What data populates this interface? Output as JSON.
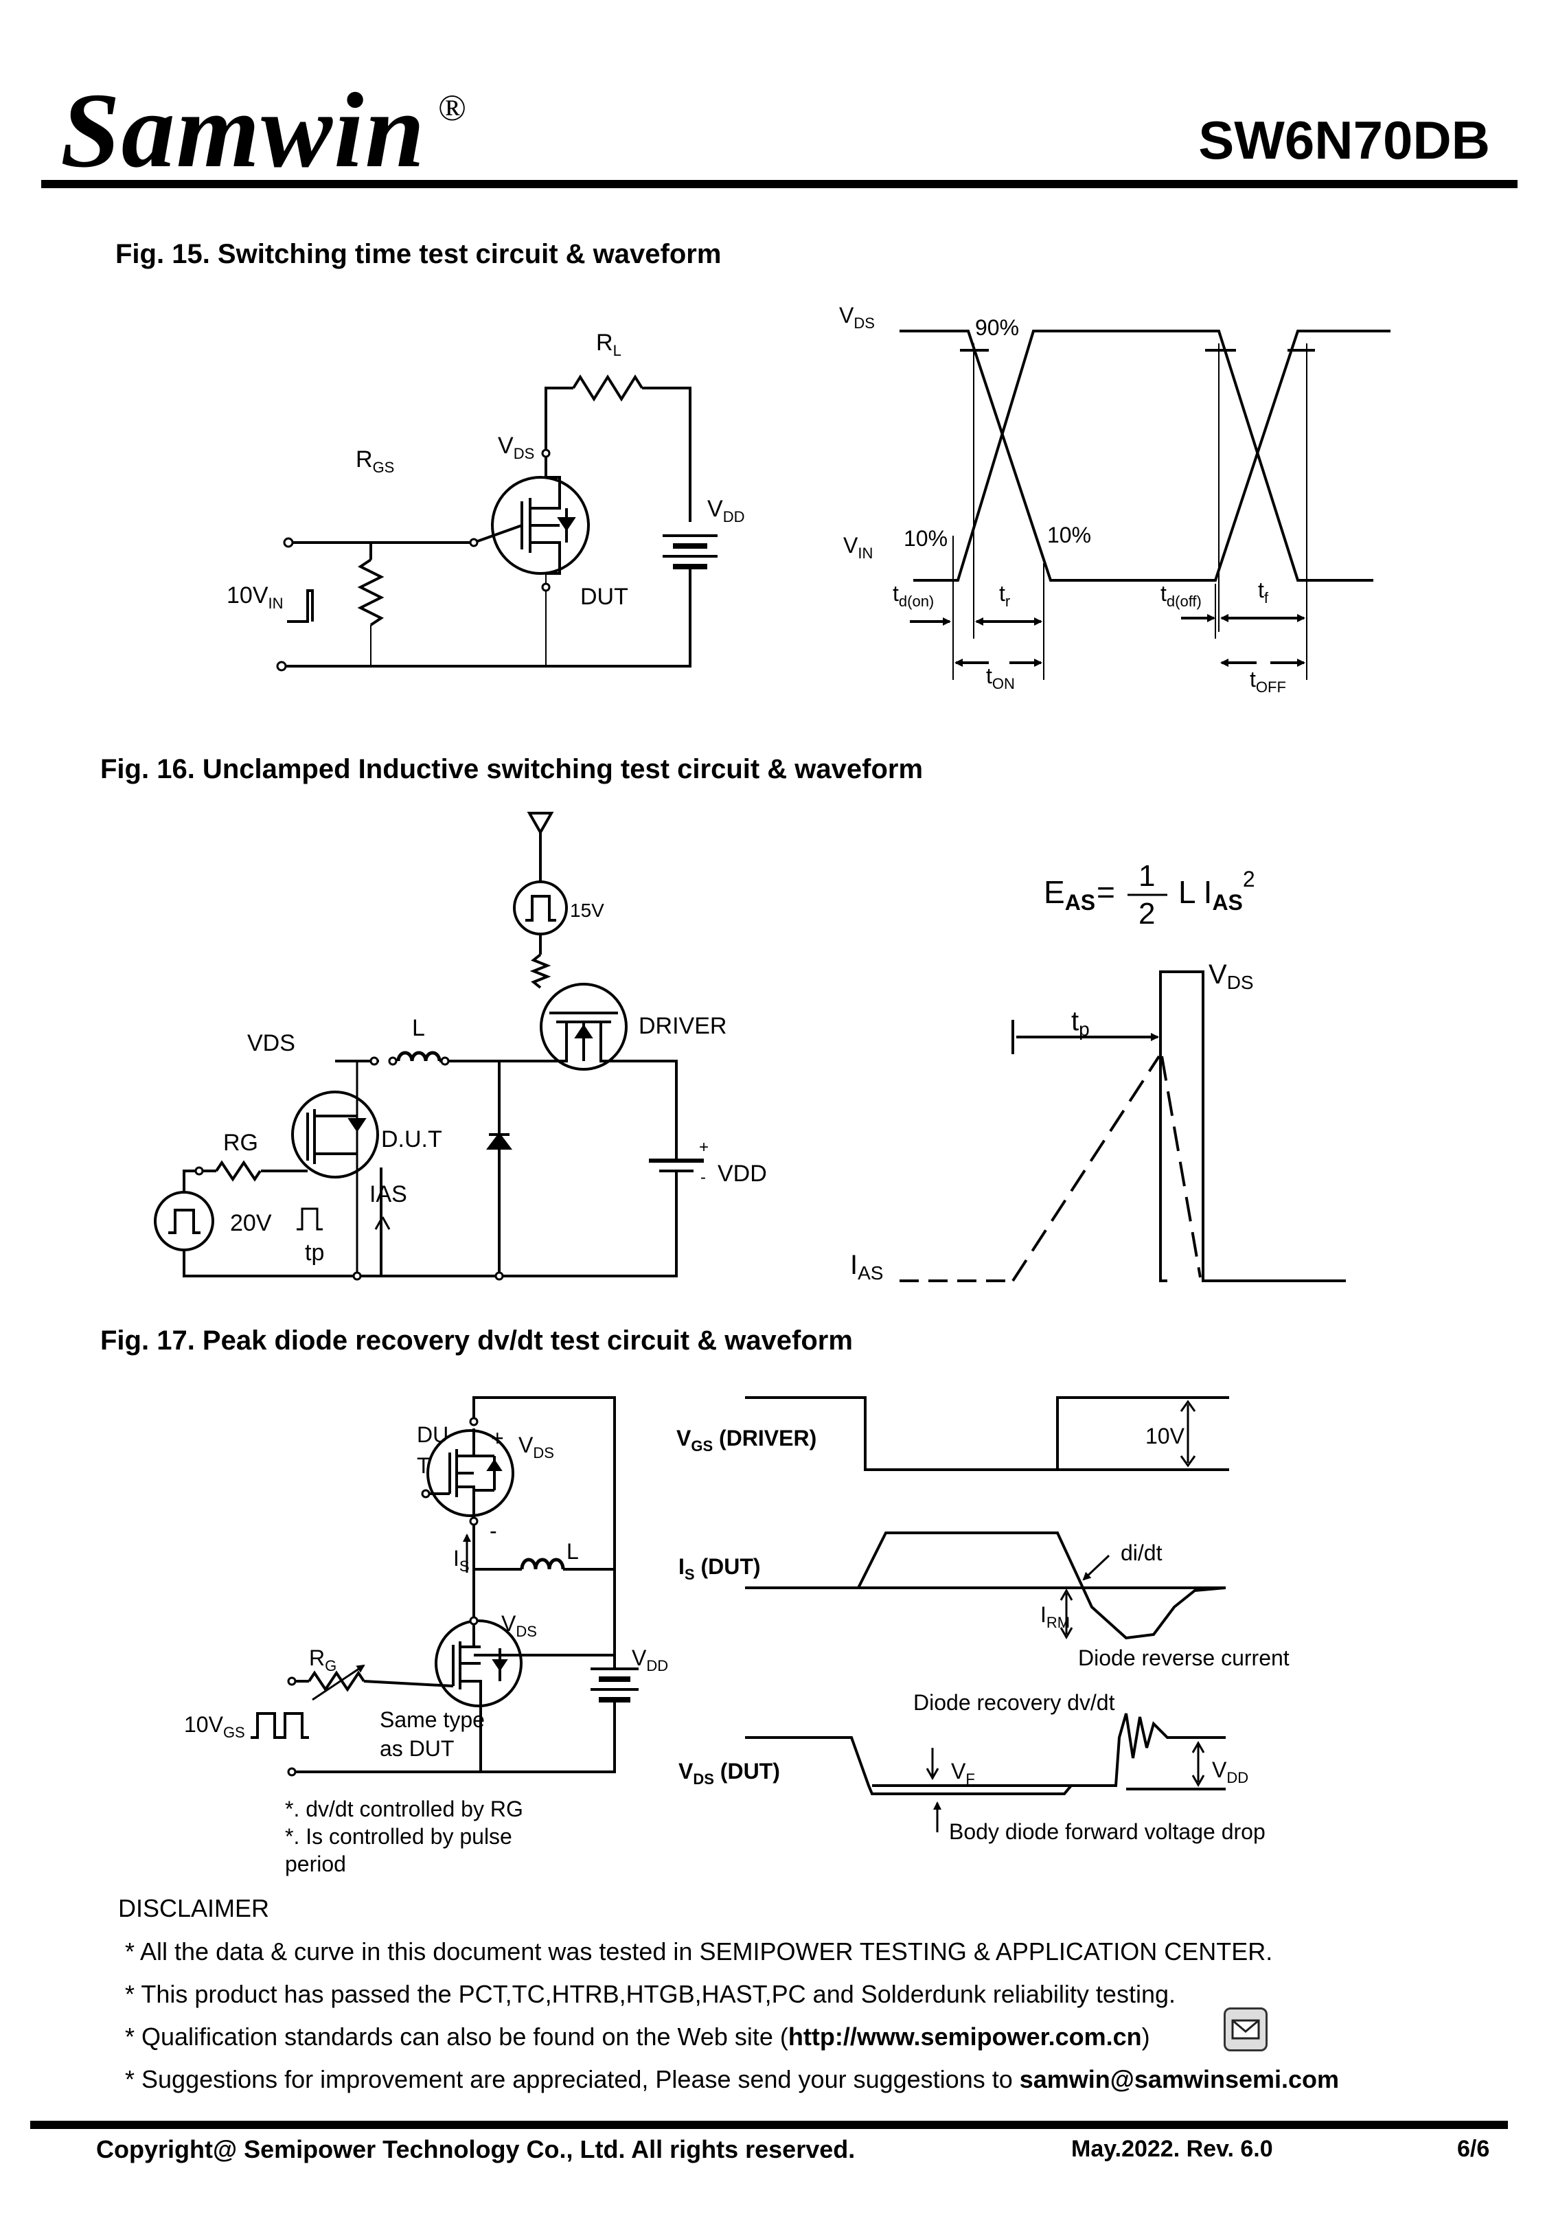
{
  "header": {
    "brand": "Samwin",
    "registered": "®",
    "part_number": "SW6N70DB"
  },
  "fig15": {
    "title": "Fig. 15. Switching time test circuit & waveform",
    "labels": {
      "rl": "R",
      "rl_sub": "L",
      "rgs": "R",
      "rgs_sub": "GS",
      "vds": "V",
      "vds_sub": "DS",
      "vdd": "V",
      "vdd_sub": "DD",
      "vin": "10V",
      "vin_sub": "IN",
      "dut": "DUT"
    },
    "waveform": {
      "vds": "V",
      "vds_sub": "DS",
      "vin": "V",
      "vin_sub": "IN",
      "p90": "90%",
      "p10a": "10%",
      "p10b": "10%",
      "tdon": "t",
      "tdon_sub": "d(on)",
      "tr": "t",
      "tr_sub": "r",
      "tdoff": "t",
      "tdoff_sub": "d(off)",
      "tf": "t",
      "tf_sub": "f",
      "ton": "t",
      "ton_sub": "ON",
      "toff": "t",
      "toff_sub": "OFF"
    }
  },
  "fig16": {
    "title": "Fig. 16. Unclamped Inductive switching test circuit & waveform",
    "labels": {
      "v15": "15V",
      "driver": "DRIVER",
      "vds": "VDS",
      "l": "L",
      "rg": "RG",
      "dut": "D.U.T",
      "ias": "IAS",
      "v20": "20V",
      "tp": "tp",
      "vdd": "VDD",
      "plus": "+",
      "minus": "-"
    },
    "formula": {
      "eas": "E",
      "eas_sub": "AS",
      "eq": "=",
      "num": "1",
      "den": "2",
      "l": "L I",
      "ias_sub": "AS",
      "exp": "2"
    },
    "waveform": {
      "vds": "V",
      "vds_sub": "DS",
      "tp": "t",
      "tp_sub": "p",
      "ias": "I",
      "ias_sub": "AS"
    }
  },
  "fig17": {
    "title": "Fig. 17. Peak diode recovery dv/dt test circuit & waveform",
    "labels": {
      "dut_a": "DU",
      "dut_b": "T",
      "plus": "+",
      "minus": "-",
      "vds1": "V",
      "vds1_sub": "DS",
      "is": "I",
      "is_sub": "S",
      "l": "L",
      "vds2": "V",
      "vds2_sub": "DS",
      "rg": "R",
      "rg_sub": "G",
      "vdd": "V",
      "vdd_sub": "DD",
      "vgs": "10V",
      "vgs_sub": "GS",
      "same_a": "Same type",
      "same_b": "as DUT",
      "note1": "*. dv/dt controlled by RG",
      "note2": "*. Is controlled by pulse",
      "note3": "period"
    },
    "waveform": {
      "vgs_driver": "V",
      "vgs_sub": "GS",
      "vgs_tail": " (DRIVER)",
      "v10": "10V",
      "is_dut": "I",
      "is_sub": "S",
      "is_tail": " (DUT)",
      "didt": "di/dt",
      "irm": "I",
      "irm_sub": "RM",
      "diode_rev": "Diode reverse current",
      "diode_rec": "Diode recovery dv/dt",
      "vds_dut": "V",
      "vds_sub": "DS",
      "vds_tail": " (DUT)",
      "vf": "V",
      "vf_sub": "F",
      "vdd": "V",
      "vdd_sub": "DD",
      "body": "Body diode forward voltage drop"
    }
  },
  "disclaimer": {
    "heading": "DISCLAIMER",
    "lines": [
      "* All the data & curve in this document was tested in SEMIPOWER TESTING & APPLICATION CENTER.",
      "* This product has passed the PCT,TC,HTRB,HTGB,HAST,PC and Solderdunk reliability testing."
    ],
    "line3_pre": "* Qualification standards can also be found on the Web site (",
    "line3_link": "http://www.semipower.com.cn",
    "line3_post": ")",
    "line4_pre": "* Suggestions for improvement are appreciated, Please send your suggestions to ",
    "line4_email": "samwin@samwinsemi.com",
    "mail_icon": "envelope-icon"
  },
  "footer": {
    "copyright": "Copyright@ Semipower Technology Co., Ltd. All rights reserved.",
    "revision": "May.2022. Rev. 6.0",
    "page": "6/6"
  }
}
